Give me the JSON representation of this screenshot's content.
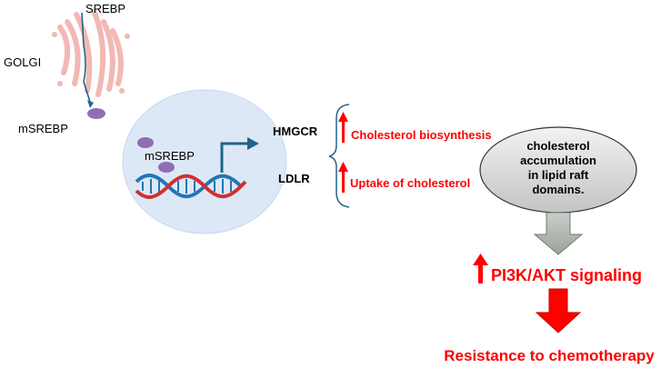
{
  "labels": {
    "srebp": "SREBP",
    "golgi": "GOLGI",
    "msrebp_outside": "mSREBP",
    "msrebp_nucleus": "mSREBP",
    "hmgcr": "HMGCR",
    "ldlr": "LDLR",
    "cholesterol_biosynthesis": "Cholesterol biosynthesis",
    "uptake_of_cholesterol": "Uptake of cholesterol",
    "ellipse_lines": [
      "cholesterol",
      "accumulation",
      "in lipid raft",
      "domains."
    ],
    "pi3k_akt": "PI3K/AKT signaling",
    "resistance": "Resistance to chemotherapy"
  },
  "colors": {
    "red": "#ff0000",
    "golgi": "#f2b8b4",
    "nucleus": "#dde8f7",
    "purple": "#8e6fb3",
    "teal_arrow": "#1f6587",
    "dna_red": "#d32f2f",
    "dna_blue": "#1f77b4",
    "ellipse_fill": "#d3d3d3",
    "gray_arrow": "#a9b2a9"
  }
}
